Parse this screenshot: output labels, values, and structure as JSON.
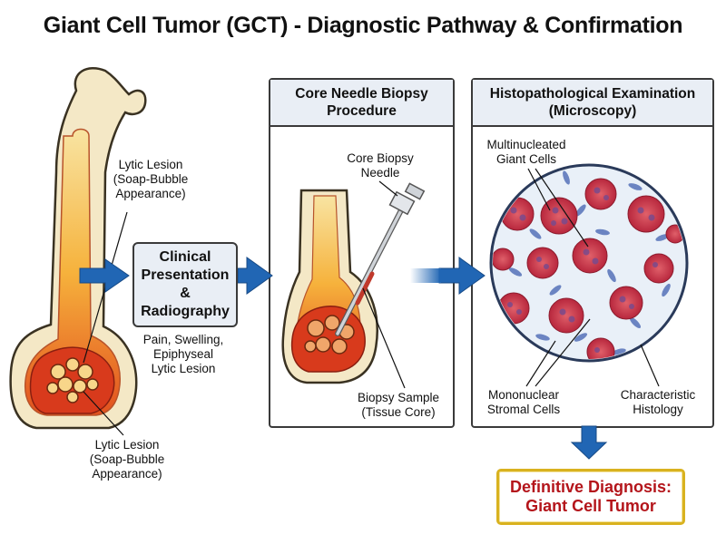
{
  "title": "Giant Cell Tumor (GCT) - Diagnostic Pathway & Confirmation",
  "bone_panel": {
    "lytic_label_top": [
      "Lytic Lesion",
      "(Soap-Bubble",
      "Appearance)"
    ],
    "lytic_label_bottom": [
      "Lytic Lesion",
      "(Soap-Bubble",
      "Appearance)"
    ]
  },
  "clinical": {
    "box_lines": [
      "Clinical",
      "Presentation",
      "&",
      "Radiography"
    ],
    "symptoms": [
      "Pain, Swelling,",
      "Epiphyseal",
      "Lytic Lesion"
    ]
  },
  "biopsy_panel": {
    "heading": [
      "Core Needle Biopsy",
      "Procedure"
    ],
    "needle_label": [
      "Core Biopsy",
      "Needle"
    ],
    "sample_label": [
      "Biopsy Sample",
      "(Tissue Core)"
    ]
  },
  "histo_panel": {
    "heading": [
      "Histopathological Examination",
      "(Microscopy)"
    ],
    "giant_cells_label": [
      "Multinucleated",
      "Giant Cells"
    ],
    "stromal_label": [
      "Mononuclear",
      "Stromal Cells"
    ],
    "histology_label": [
      "Characteristic",
      "Histology"
    ]
  },
  "diagnosis": {
    "line1": "Definitive Diagnosis:",
    "line2": "Giant Cell Tumor"
  },
  "colors": {
    "arrow_blue": "#2166b4",
    "bone_cream": "#f4e8c6",
    "lesion_red": "#d83a1c",
    "diagnosis_red": "#b4151b",
    "diagnosis_border": "#d9b21f"
  }
}
